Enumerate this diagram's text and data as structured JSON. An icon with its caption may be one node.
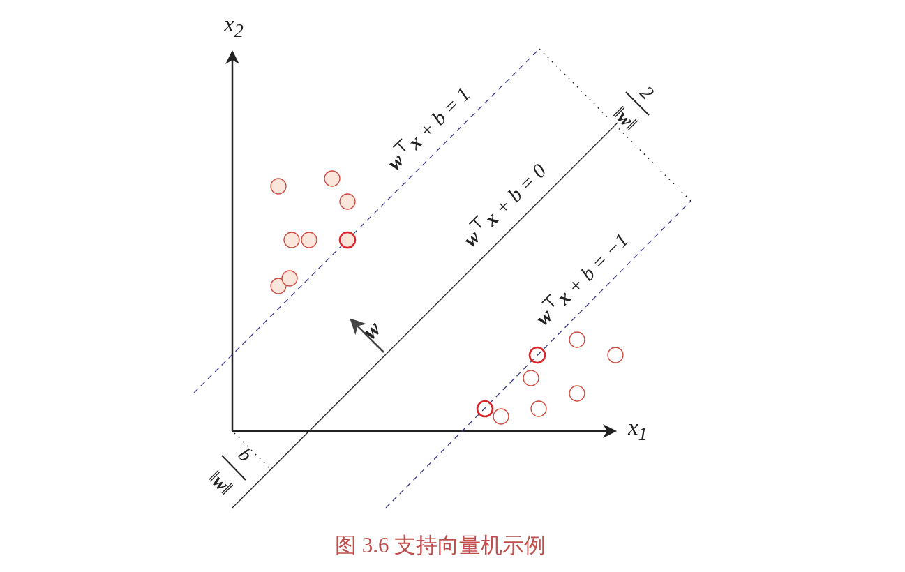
{
  "diagram": {
    "caption": "图 3.6 支持向量机示例",
    "labels": [
      "x$_{2}$",
      "**w**$^{⊤}$**x** + b = 1",
      "2",
      "‖**w**‖",
      "**w**$^{⊤}$**x** + b = 0",
      "**w**$^{⊤}$**x** + b = −1",
      "**w**",
      "x$_{1}$",
      "b",
      "‖**w**‖"
    ]
  }
}
